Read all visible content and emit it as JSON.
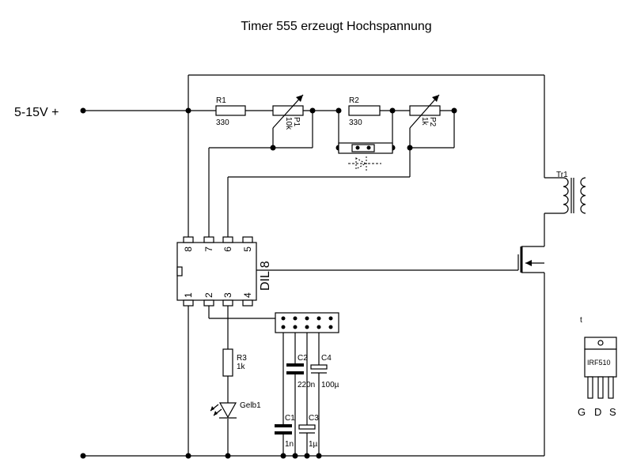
{
  "title": "Timer 555 erzeugt Hochspannung",
  "supply_label": "5-15V +",
  "components": {
    "r1": {
      "ref": "R1",
      "value": "330"
    },
    "p1": {
      "ref": "P1",
      "value": "10k"
    },
    "r2": {
      "ref": "R2",
      "value": "330"
    },
    "p2": {
      "ref": "P2",
      "value": "1k"
    },
    "tr1": {
      "ref": "Tr1"
    },
    "ic": {
      "label": "DIL 8",
      "pins_top": [
        "8",
        "7",
        "6",
        "5"
      ],
      "pins_bottom": [
        "1",
        "2",
        "3",
        "4"
      ]
    },
    "r3": {
      "ref": "R3",
      "value": "1k"
    },
    "led": {
      "ref": "Gelb1"
    },
    "c1": {
      "ref": "C1",
      "value": "1n"
    },
    "c2": {
      "ref": "C2",
      "value": "220n"
    },
    "c3": {
      "ref": "C3",
      "value": "1µ"
    },
    "c4": {
      "ref": "C4",
      "value": "100µ"
    },
    "mosfet": {
      "part": "IRF510",
      "pins": [
        "G",
        "D",
        "S"
      ]
    }
  },
  "extra_label": "t"
}
